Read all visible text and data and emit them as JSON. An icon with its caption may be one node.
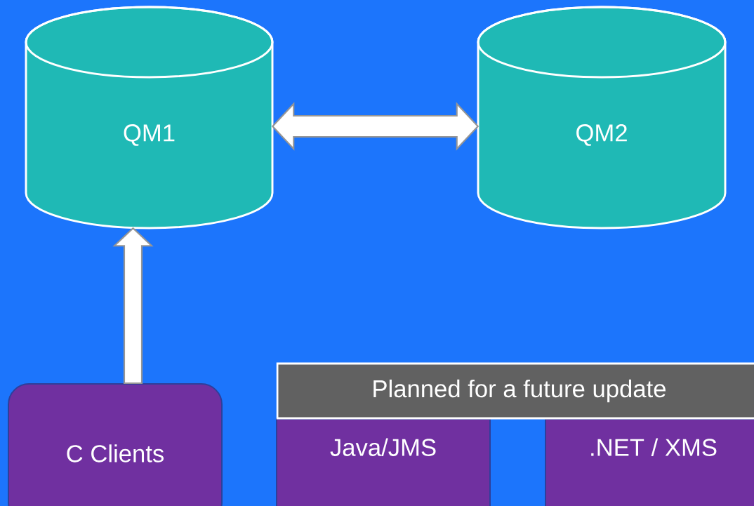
{
  "diagram": {
    "nodes": [
      {
        "text": [
          "QM1"
        ]
      },
      {
        "text": [
          "QM2"
        ]
      },
      {
        "text": [
          "C Clients"
        ]
      },
      {
        "text": [
          "Planned for a future update"
        ]
      },
      {
        "text": [
          "Java/JMS"
        ]
      },
      {
        "text": [
          ".NET / XMS"
        ]
      }
    ],
    "edges": [
      {
        "from": 0,
        "to": 1,
        "arrow": "both"
      },
      {
        "from": 2,
        "to": 0,
        "arrow": "to"
      }
    ]
  }
}
